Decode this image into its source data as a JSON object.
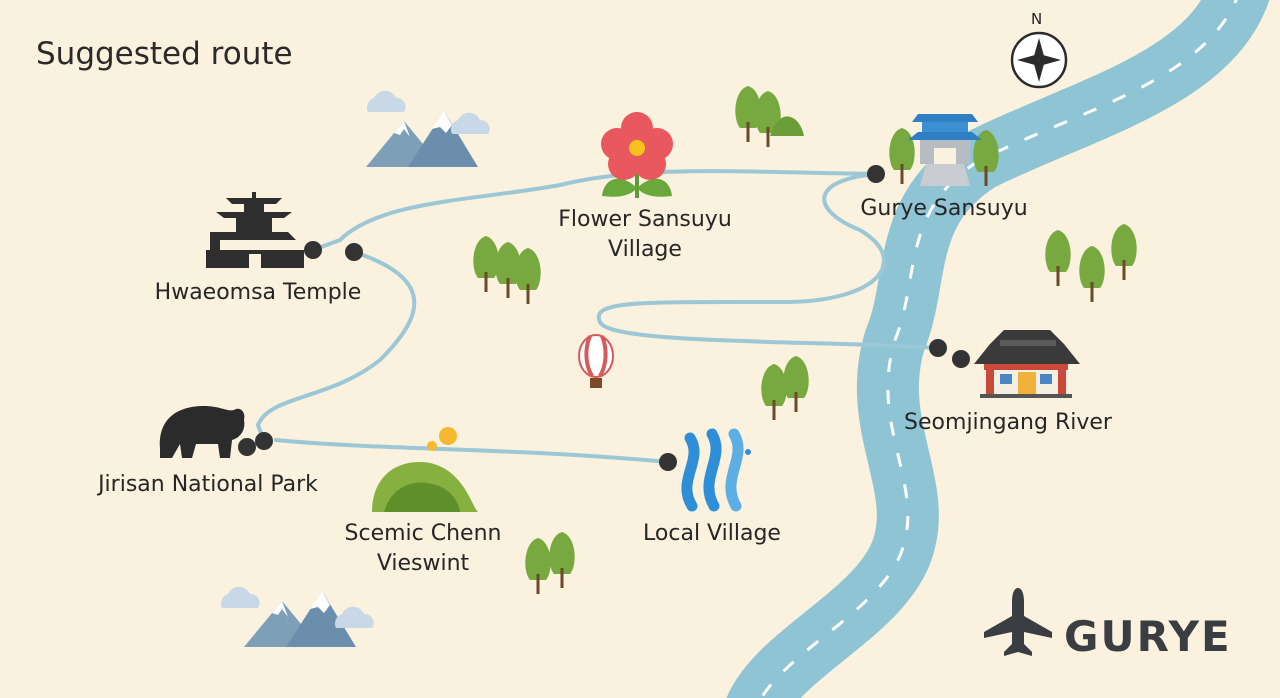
{
  "title": "Suggested route",
  "compass": {
    "north": "N"
  },
  "brand": {
    "name": "GURYE",
    "icon": "airplane-icon"
  },
  "stops": [
    {
      "name": "Hwaeomsa Temple",
      "lines": [
        "Hwaeomsa Temple"
      ],
      "icon": "temple-icon"
    },
    {
      "name": "Flower Sansuyu Village",
      "lines": [
        "Flower Sansuyu",
        "Village"
      ],
      "icon": "flower-icon"
    },
    {
      "name": "Gurye Sansuyu",
      "lines": [
        "Gurye Sansuyu"
      ],
      "icon": "gate-icon"
    },
    {
      "name": "Seomjingang River",
      "lines": [
        "Seomjingang River"
      ],
      "icon": "house-icon"
    },
    {
      "name": "Jirisan National Park",
      "lines": [
        "Jirisan National Park"
      ],
      "icon": "bear-icon"
    },
    {
      "name": "Scemic Chenn Vieswint",
      "lines": [
        "Scemic Chenn",
        "Vieswint"
      ],
      "icon": "hill-icon"
    },
    {
      "name": "Local Village",
      "lines": [
        "Local Village"
      ],
      "icon": "water-icon"
    }
  ],
  "colors": {
    "background": "#faf1df",
    "river": "#8ec4d4",
    "route": "#9cc7d6",
    "stop": "#333333",
    "tree": "#78a840"
  }
}
